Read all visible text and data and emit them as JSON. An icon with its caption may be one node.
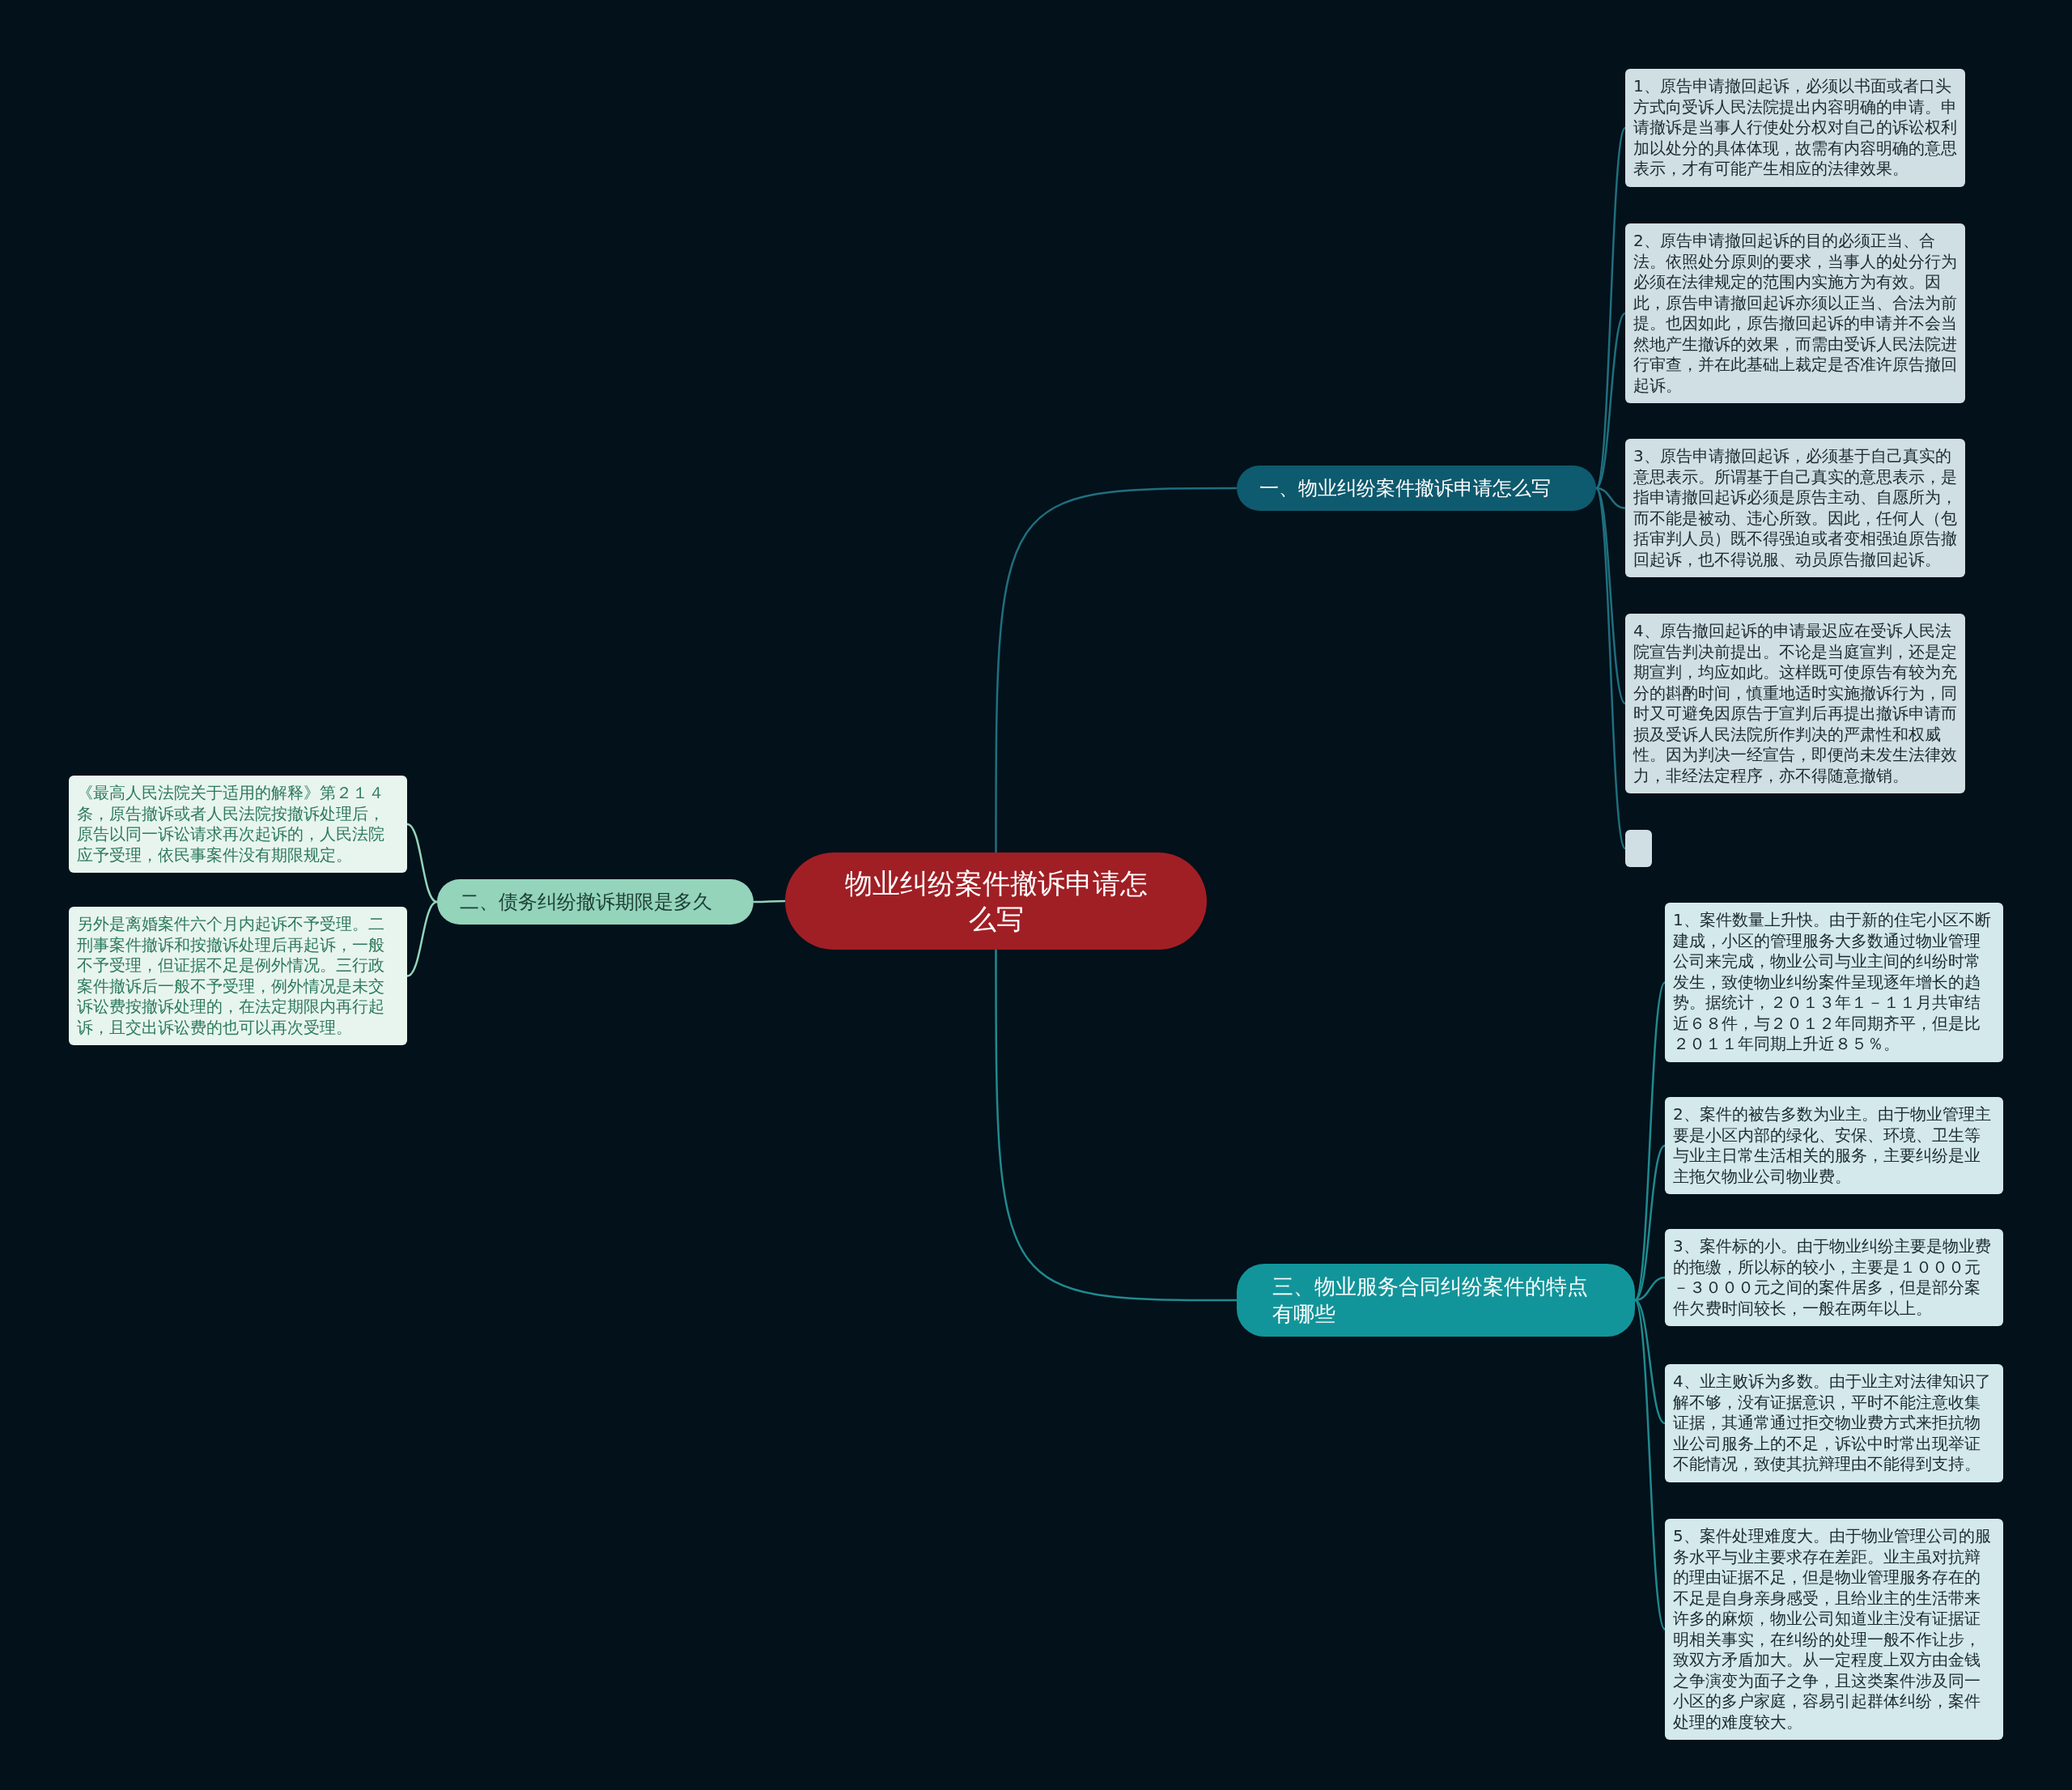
{
  "diagram": {
    "nodes": [
      {
        "text": [
          "物业纠纷案件撤诉申请怎么写"
        ]
      },
      {
        "text": [
          "一、物业纠纷案件撤诉申请怎么写"
        ]
      },
      {
        "text": [
          "二、债务纠纷撤诉期限是多久"
        ]
      },
      {
        "text": [
          "三、物业服务合同纠纷案件的特点有哪些"
        ]
      },
      {
        "text": [
          "1、原告申请撤回起诉，必须以书面或者口头方式向受诉人民法院提出内容明确的申请。申请撤诉是当事人行使处分权对自己的诉讼权利加以处分的具体体现，故需有内容明确的意思表示，才有可能产生相应的法律效果。"
        ]
      },
      {
        "text": [
          "2、原告申请撤回起诉的目的必须正当、合法。依照处分原则的要求，当事人的处分行为必须在法律规定的范围内实施方为有效。因此，原告申请撤回起诉亦须以正当、合法为前提。也因如此，原告撤回起诉的申请并不会当然地产生撤诉的效果，而需由受诉人民法院进行审查，并在此基础上裁定是否准许原告撤回起诉。"
        ]
      },
      {
        "text": [
          "3、原告申请撤回起诉，必须基于自己真实的意思表示。所谓基于自己真实的意思表示，是指申请撤回起诉必须是原告主动、自愿所为，而不能是被动、违心所致。因此，任何人（包括审判人员）既不得强迫或者变相强迫原告撤回起诉，也不得说服、动员原告撤回起诉。"
        ]
      },
      {
        "text": [
          "4、原告撤回起诉的申请最迟应在受诉人民法院宣告判决前提出。不论是当庭宣判，还是定期宣判，均应如此。这样既可使原告有较为充分的斟酌时间，慎重地适时实施撤诉行为，同时又可避免因原告于宣判后再提出撤诉申请而损及受诉人民法院所作判决的严肃性和权威性。因为判决一经宣告，即便尚未发生法律效力，非经法定程序，亦不得随意撤销。"
        ]
      },
      {
        "text": [],
        "shape": "box"
      },
      {
        "text": [
          "《最高人民法院关于适用的解释》第２１４条，原告撤诉或者人民法院按撤诉处理后，原告以同一诉讼请求再次起诉的，人民法院应予受理，依民事案件没有期限规定。"
        ]
      },
      {
        "text": [
          "另外是离婚案件六个月内起诉不予受理。二刑事案件撤诉和按撤诉处理后再起诉，一般不予受理，但证据不足是例外情况。三行政案件撤诉后一般不予受理，例外情况是未交诉讼费按撤诉处理的，在法定期限内再行起诉，且交出诉讼费的也可以再次受理。"
        ]
      },
      {
        "text": [
          "1、案件数量上升快。由于新的住宅小区不断建成，小区的管理服务大多数通过物业管理公司来完成，物业公司与业主间的纠纷时常发生，致使物业纠纷案件呈现逐年增长的趋势。据统计，２０１３年１－１１月共审结近６８件，与２０１２年同期齐平，但是比２０１１年同期上升近８５％。"
        ]
      },
      {
        "text": [
          "2、案件的被告多数为业主。由于物业管理主要是小区内部的绿化、安保、环境、卫生等与业主日常生活相关的服务，主要纠纷是业主拖欠物业公司物业费。"
        ]
      },
      {
        "text": [
          "3、案件标的小。由于物业纠纷主要是物业费的拖缴，所以标的较小，主要是１０００元－３０００元之间的案件居多，但是部分案件欠费时间较长，一般在两年以上。"
        ]
      },
      {
        "text": [
          "4、业主败诉为多数。由于业主对法律知识了解不够，没有证据意识，平时不能注意收集证据，其通常通过拒交物业费方式来拒抗物业公司服务上的不足，诉讼中时常出现举证不能情况，致使其抗辩理由不能得到支持。"
        ]
      },
      {
        "text": [
          "5、案件处理难度大。由于物业管理公司的服务水平与业主要求存在差距。业主虽对抗辩的理由证据不足，但是物业管理服务存在的不足是自身亲身感受，且给业主的生活带来许多的麻烦，物业公司知道业主没有证据证明相关事实，在纠纷的处理一般不作让步，致双方矛盾加大。从一定程度上双方由金钱之争演变为面子之争，且这类案件涉及同一小区的多户家庭，容易引起群体纠纷，案件处理的难度较大。"
        ]
      }
    ],
    "edges": [
      {
        "from": 0,
        "to": 1,
        "arrow": "none",
        "color": "#1f6f7e"
      },
      {
        "from": 0,
        "to": 2,
        "arrow": "none",
        "color": "#93d4bb"
      },
      {
        "from": 0,
        "to": 3,
        "arrow": "none",
        "color": "#1f8a8e"
      },
      {
        "from": 1,
        "to": 4,
        "arrow": "none",
        "color": "#1f6f7e"
      },
      {
        "from": 1,
        "to": 5,
        "arrow": "none",
        "color": "#1f6f7e"
      },
      {
        "from": 1,
        "to": 6,
        "arrow": "none",
        "color": "#1f6f7e"
      },
      {
        "from": 1,
        "to": 7,
        "arrow": "none",
        "color": "#1f6f7e"
      },
      {
        "from": 1,
        "to": 8,
        "arrow": "none",
        "color": "#1f6f7e"
      },
      {
        "from": 2,
        "to": 9,
        "arrow": "none",
        "color": "#93d4bb"
      },
      {
        "from": 2,
        "to": 10,
        "arrow": "none",
        "color": "#93d4bb"
      },
      {
        "from": 3,
        "to": 11,
        "arrow": "none",
        "color": "#1f8a8e"
      },
      {
        "from": 3,
        "to": 12,
        "arrow": "none",
        "color": "#1f8a8e"
      },
      {
        "from": 3,
        "to": 13,
        "arrow": "none",
        "color": "#1f8a8e"
      },
      {
        "from": 3,
        "to": 14,
        "arrow": "none",
        "color": "#1f8a8e"
      },
      {
        "from": 3,
        "to": 15,
        "arrow": "none",
        "color": "#1f8a8e"
      }
    ]
  }
}
